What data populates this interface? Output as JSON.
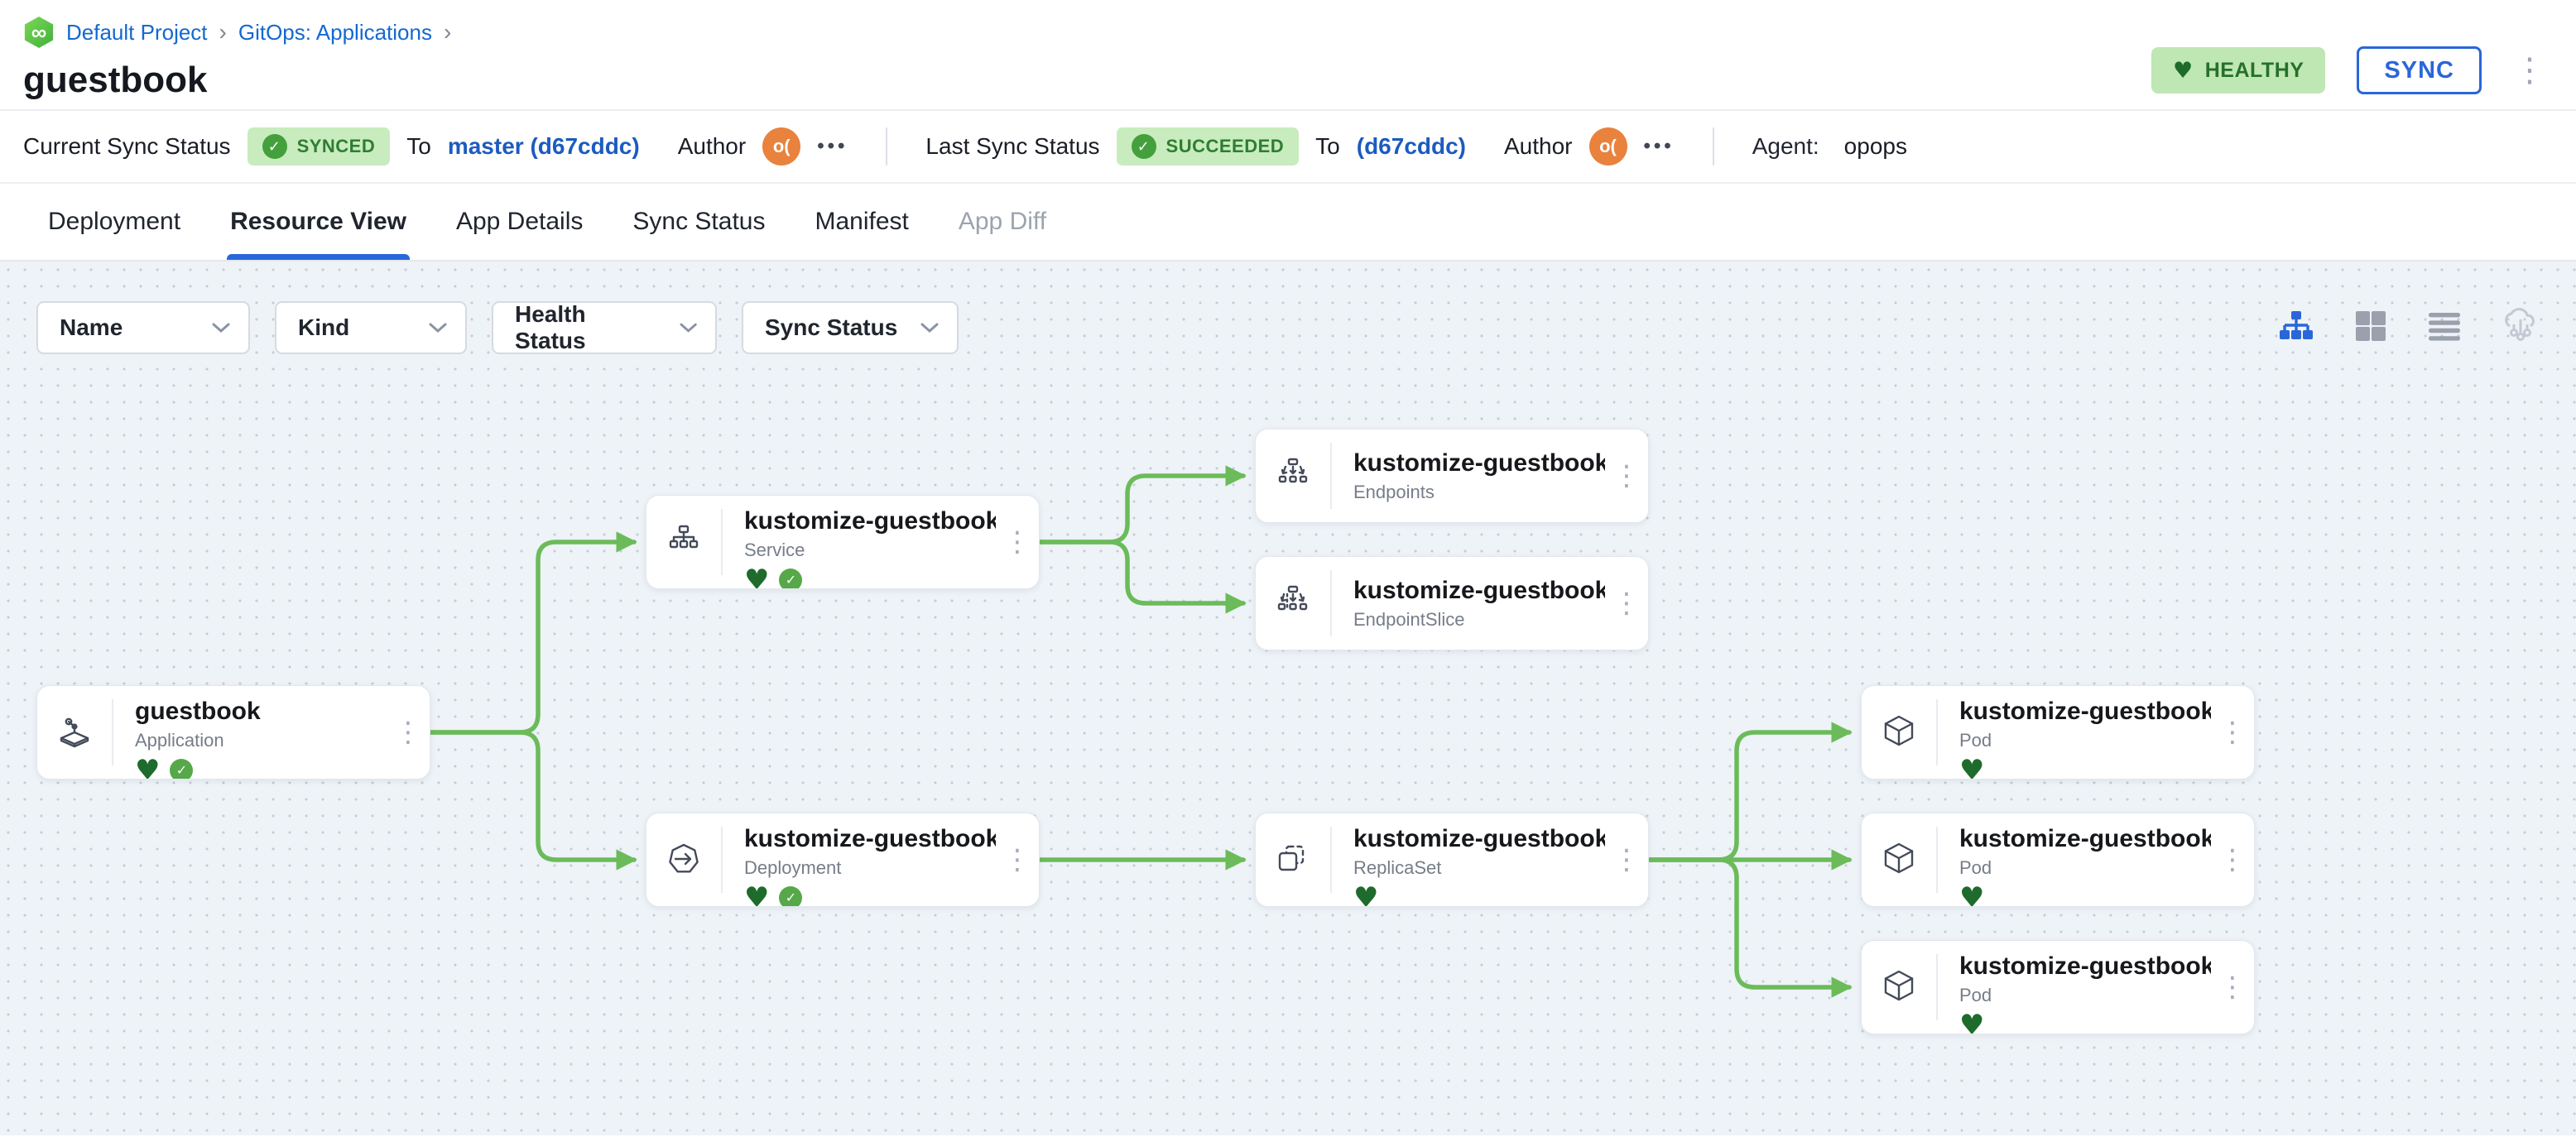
{
  "breadcrumb": {
    "logo_glyph": "∞",
    "items": [
      "Default Project",
      "GitOps: Applications"
    ],
    "separator": "›"
  },
  "page": {
    "title": "guestbook"
  },
  "header_actions": {
    "health_label": "HEALTHY",
    "health_heart": "♥",
    "sync_label": "SYNC",
    "more_icon": "⋮"
  },
  "status_bar": {
    "current": {
      "label": "Current Sync Status",
      "badge": "SYNCED",
      "badge_check": "✓",
      "to_label": "To",
      "target": "master (d67cddc)",
      "author_label": "Author",
      "avatar_initials": "o(",
      "more": "•••"
    },
    "last": {
      "label": "Last Sync Status",
      "badge": "SUCCEEDED",
      "badge_check": "✓",
      "to_label": "To",
      "target": "(d67cddc)",
      "author_label": "Author",
      "avatar_initials": "o(",
      "more": "•••"
    },
    "agent_label": "Agent:",
    "agent_value": "opops"
  },
  "tabs": [
    "Deployment",
    "Resource View",
    "App Details",
    "Sync Status",
    "Manifest",
    "App Diff"
  ],
  "active_tab": "Resource View",
  "filters": [
    "Name",
    "Kind",
    "Health Status",
    "Sync Status"
  ],
  "view_toggles": [
    "tree-view",
    "grid-view",
    "list-view",
    "cloud-view"
  ],
  "graph": {
    "nodes": [
      {
        "title": "guestbook",
        "kind": "Application",
        "healthy": true,
        "synced": true
      },
      {
        "title": "kustomize-guestbook-ui",
        "kind": "Service",
        "healthy": true,
        "synced": true
      },
      {
        "title": "kustomize-guestbook-ui",
        "kind": "Endpoints",
        "healthy": false,
        "synced": false
      },
      {
        "title": "kustomize-guestbook-ui-...",
        "kind": "EndpointSlice",
        "healthy": false,
        "synced": false
      },
      {
        "title": "kustomize-guestbook-ui",
        "kind": "Deployment",
        "healthy": true,
        "synced": true
      },
      {
        "title": "kustomize-guestbook-ui-...",
        "kind": "ReplicaSet",
        "healthy": true,
        "synced": false
      },
      {
        "title": "kustomize-guestbook-ui-...",
        "kind": "Pod",
        "healthy": true,
        "synced": false
      },
      {
        "title": "kustomize-guestbook-ui-...",
        "kind": "Pod",
        "healthy": true,
        "synced": false
      },
      {
        "title": "kustomize-guestbook-ui-...",
        "kind": "Pod",
        "healthy": true,
        "synced": false
      }
    ],
    "edges": [
      [
        "guestbook",
        "Service"
      ],
      [
        "guestbook",
        "Deployment"
      ],
      [
        "Service",
        "Endpoints"
      ],
      [
        "Service",
        "EndpointSlice"
      ],
      [
        "Deployment",
        "ReplicaSet"
      ],
      [
        "ReplicaSet",
        "Pod-1"
      ],
      [
        "ReplicaSet",
        "Pod-2"
      ],
      [
        "ReplicaSet",
        "Pod-3"
      ]
    ],
    "heart_glyph": "♥",
    "check_glyph": "✓"
  },
  "colors": {
    "accent_blue": "#2a66d9",
    "edge_green": "#6cbb5a",
    "healthy_heart": "#1e6b2c",
    "badge_bg": "#c8ecbe",
    "canvas_bg": "#edf3f7"
  }
}
